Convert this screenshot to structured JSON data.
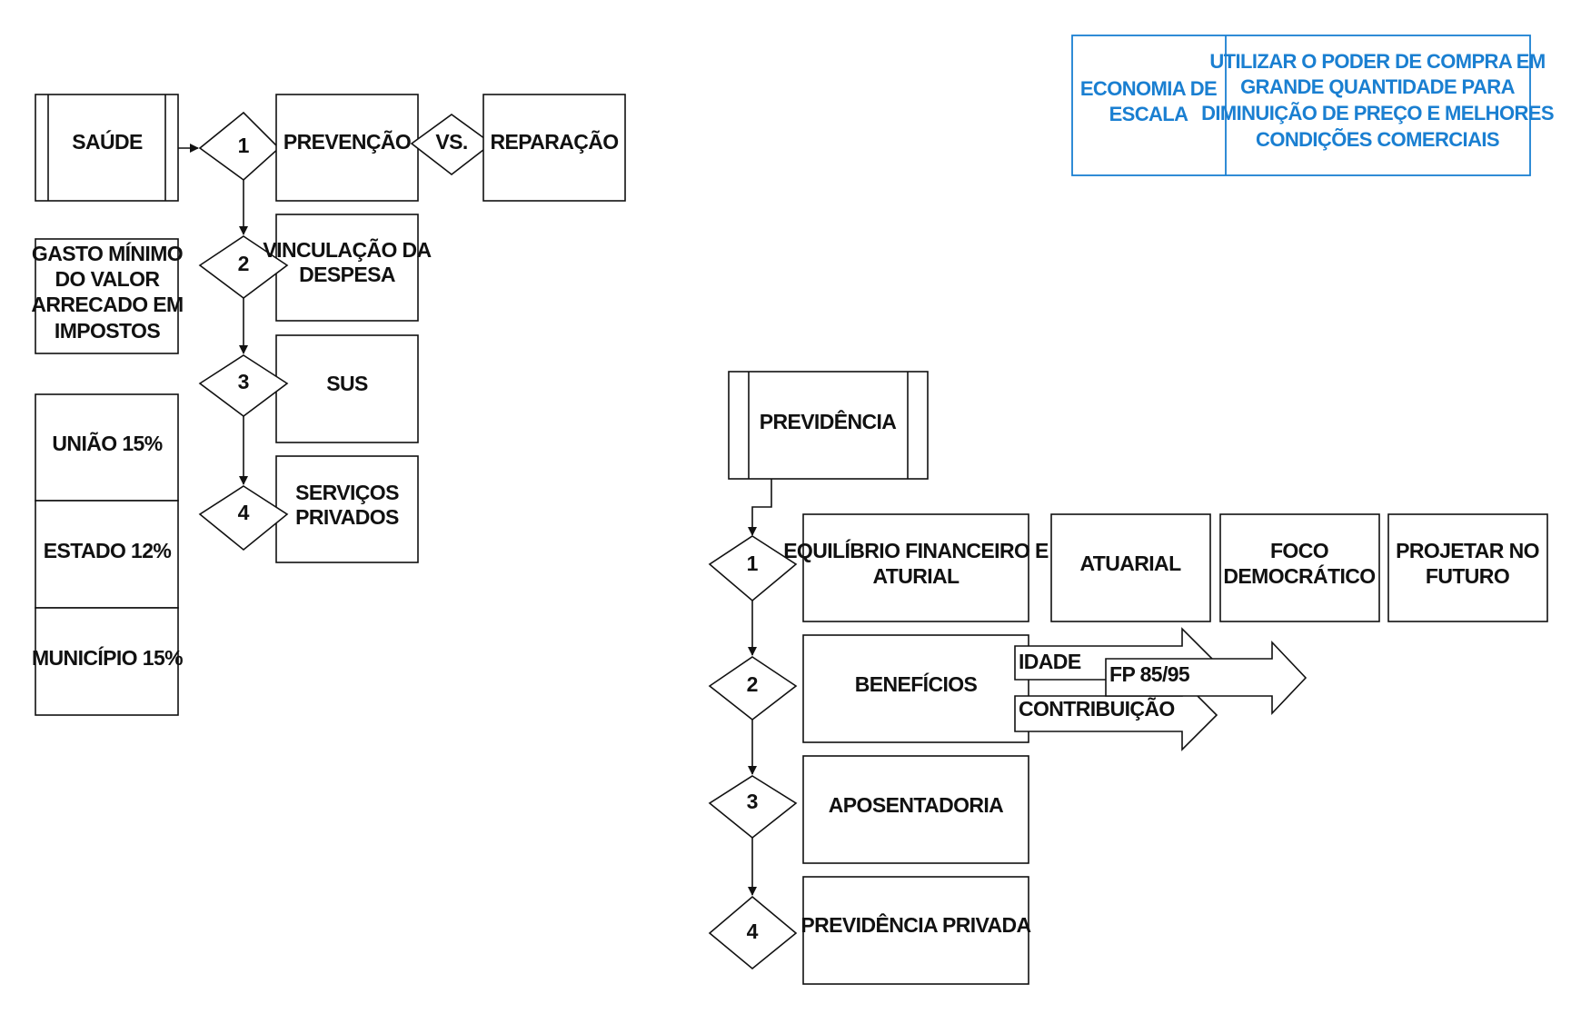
{
  "saude": {
    "title": "SAÚDE",
    "steps": [
      {
        "num": "1",
        "lines": [
          "PREVENÇÃO"
        ]
      },
      {
        "num": "2",
        "lines": [
          "VINCULAÇÃO DA",
          "DESPESA"
        ]
      },
      {
        "num": "3",
        "lines": [
          "SUS"
        ]
      },
      {
        "num": "4",
        "lines": [
          "SERVIÇOS",
          "PRIVADOS"
        ]
      }
    ],
    "versus": "VS.",
    "reparacao": "REPARAÇÃO",
    "gasto_lines": [
      "GASTO MÍNIMO",
      "DO VALOR",
      "ARRECADO EM",
      "IMPOSTOS"
    ],
    "shares": [
      "UNIÃO 15%",
      "ESTADO 12%",
      "MUNICÍPIO 15%"
    ]
  },
  "economia": {
    "left_lines": [
      "ECONOMIA DE",
      "ESCALA"
    ],
    "right_lines": [
      "UTILIZAR O PODER DE COMPRA EM",
      "GRANDE QUANTIDADE PARA",
      "DIMINUIÇÃO DE PREÇO E MELHORES",
      "CONDIÇÕES COMERCIAIS"
    ],
    "color": "#1a7fd1"
  },
  "previdencia": {
    "title": "PREVIDÊNCIA",
    "steps": [
      {
        "num": "1",
        "lines": [
          "EQUILÍBRIO FINANCEIRO E",
          "ATURIAL"
        ]
      },
      {
        "num": "2",
        "lines": [
          "BENEFÍCIOS"
        ]
      },
      {
        "num": "3",
        "lines": [
          "APOSENTADORIA"
        ]
      },
      {
        "num": "4",
        "lines": [
          "PREVIDÊNCIA PRIVADA"
        ]
      }
    ],
    "extras": [
      {
        "lines": [
          "ATUARIAL"
        ]
      },
      {
        "lines": [
          "FOCO",
          "DEMOCRÁTICO"
        ]
      },
      {
        "lines": [
          "PROJETAR NO",
          "FUTURO"
        ]
      }
    ],
    "arrows": {
      "idade": "IDADE",
      "fp": "FP 85/95",
      "contribuicao": "CONTRIBUIÇÃO"
    }
  }
}
